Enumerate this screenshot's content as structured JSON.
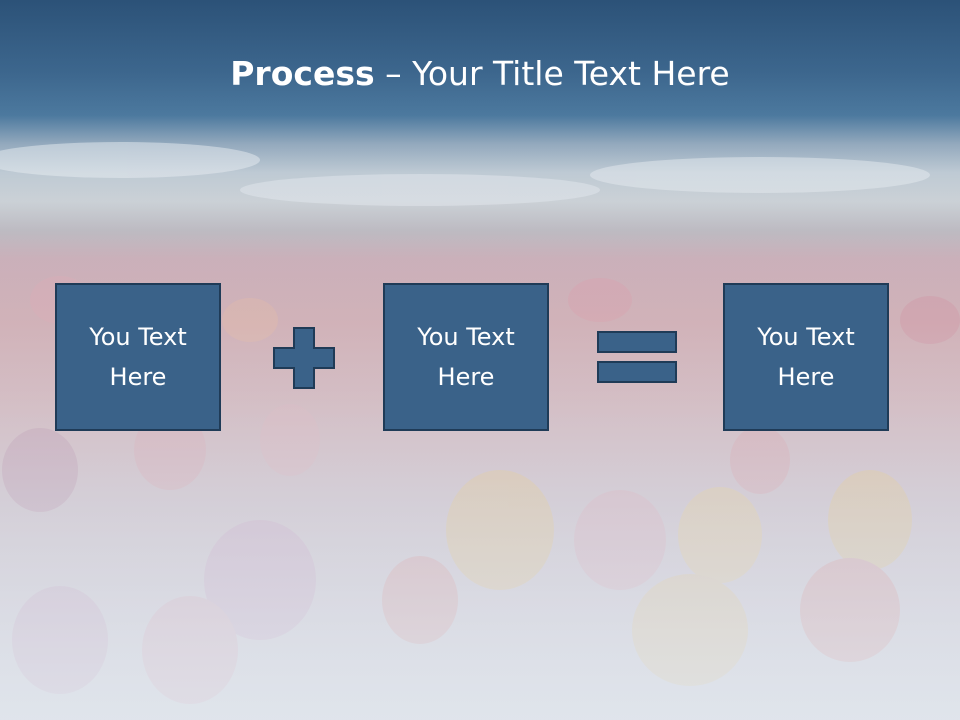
{
  "slide": {
    "title_bold": "Process",
    "title_rest": " – Your Title Text Here",
    "boxes": [
      {
        "text": "You Text Here"
      },
      {
        "text": "You Text Here"
      },
      {
        "text": "You Text Here"
      }
    ],
    "operators": [
      "plus-icon",
      "equals-icon"
    ],
    "colors": {
      "box_fill": "#3a6289",
      "box_border": "#1f3b57",
      "title_text": "#ffffff",
      "sky": "#2c5278"
    }
  }
}
